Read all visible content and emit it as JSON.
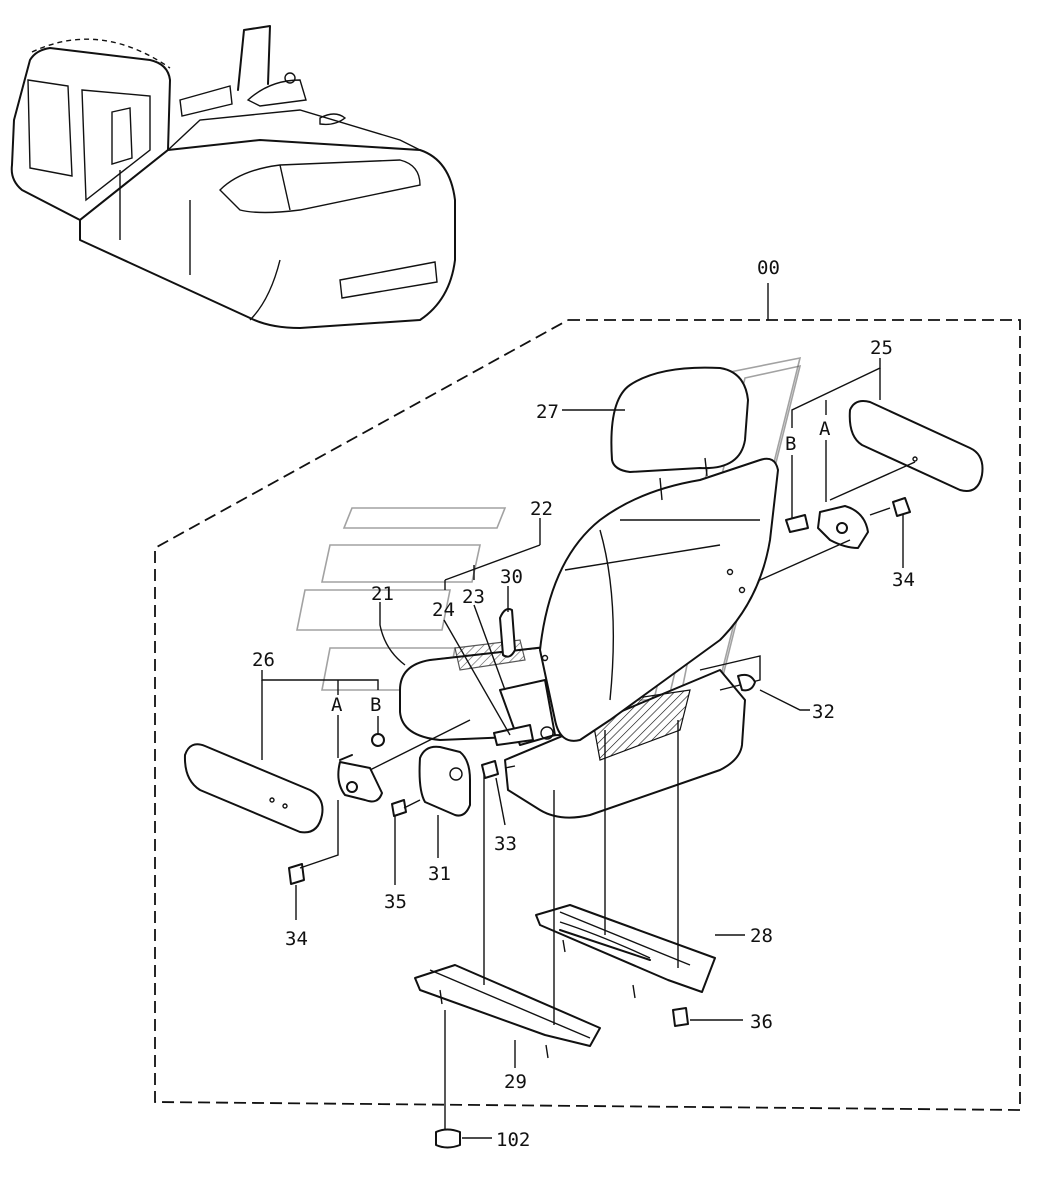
{
  "assembly_label": "00",
  "parts": {
    "p21": "21",
    "p22": "22",
    "p23": "23",
    "p24": "24",
    "p25": "25",
    "p26": "26",
    "p27": "27",
    "p28": "28",
    "p29": "29",
    "p30": "30",
    "p31": "31",
    "p32": "32",
    "p33": "33",
    "p34_right": "34",
    "p34_left": "34",
    "p35": "35",
    "p36": "36",
    "p102": "102"
  },
  "letters": {
    "right_b": "B",
    "right_a": "A",
    "left_a": "A",
    "left_b": "B"
  },
  "colors": {
    "line": "#111111",
    "background": "#ffffff"
  }
}
